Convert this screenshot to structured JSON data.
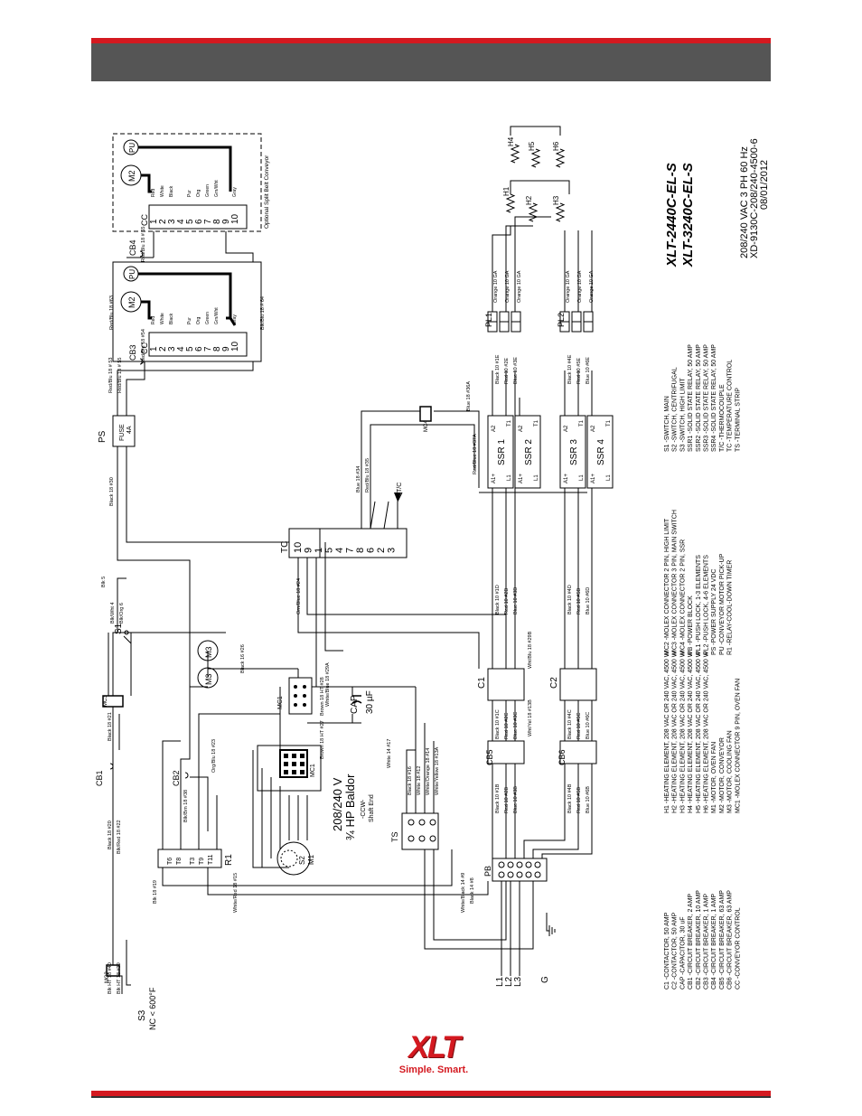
{
  "model": {
    "title1": "XLT-2440C-EL-S",
    "title2": "XLT-3240C-EL-S",
    "voltage": "208/240 VAC 3 PH 60 Hz",
    "doc_number": "XD-9130C-208/240-4500-6",
    "date": "08/01/2012"
  },
  "legend_col1": [
    "C1   -CONTACTOR, 50 AMP",
    "C2   -CONTACTOR, 50 AMP",
    "CAP  -CAPACITOR, 30 uF",
    "CB1  -CIRCUIT BREAKER, 2 AMP",
    "CB2  -CIRCUIT BREAKER, 10 AMP",
    "CB3  -CIRCUIT BREAKER, 1 AMP",
    "CB4  -CIRCUIT BREAKER, 1 AMP",
    "CB5  -CIRCUIT BREAKER, 63 AMP",
    "CB6  -CIRCUIT BREAKER, 63 AMP",
    "CC   -CONVEYOR CONTROL"
  ],
  "legend_col2": [
    "H1   -HEATING ELEMENT, 208 VAC OR 240 VAC, 4500 W",
    "H2   -HEATING ELEMENT, 208 VAC OR 240 VAC, 4500 W",
    "H3   -HEATING ELEMENT, 208 VAC OR 240 VAC, 4500 W",
    "H4   -HEATING ELEMENT, 208 VAC OR 240 VAC, 4500 W",
    "H5   -HEATING ELEMENT, 208 VAC OR 240 VAC, 4500 W",
    "H6   -HEATING ELEMENT, 208 VAC OR 240 VAC, 4500 W",
    "M1   -MOTOR, OVEN FAN",
    "M2   -MOTOR, CONVEYOR",
    "M3   -MOTOR, COOLING FAN",
    "MC1  -MOLEX CONNECTOR 9 PIN, OVEN FAN"
  ],
  "legend_col3": [
    "MC2  -MOLEX CONNECTOR 2 PIN, HIGH LIMIT",
    "MC3  -MOLEX CONNECTOR 3 PIN, MAIN SWITCH",
    "MC4  -MOLEX CONNECTOR 2 PIN, SSR",
    "PB   -POWER BLOCK",
    "PL1  -PUSH LOCK, 1-3 ELEMENTS",
    "PL2  -PUSH LOCK, 4-6 ELEMENTS",
    "PS   -POWER SUPPLY 24 VDC",
    "PU   -CONVEYOR MOTOR PICK-UP",
    "R1   -RELAY-COOL-DOWN TIMER"
  ],
  "legend_col4": [
    "S1   -SWITCH, MAIN",
    "S2   -SWITCH, CENTRIFUGAL",
    "S3   -SWITCH, HIGH LIMIT",
    "SSR1 -SOLID STATE RELAY, 50 AMP",
    "SSR2 -SOLID STATE RELAY, 50 AMP",
    "SSR3 -SOLID STATE RELAY, 50 AMP",
    "SSR4 -SOLID STATE RELAY, 50 AMP",
    "T/C  -THERMOCOUPLE",
    "TC   -TEMPERATURE CONTROL",
    "TS   -TERMINAL STRIP"
  ],
  "labels": {
    "optional_conveyor": "Optional Split Belt Conveyor",
    "cc": "CC",
    "cb1": "CB1",
    "cb2": "CB2",
    "cb3": "CB3",
    "cb4": "CB4",
    "cb5": "CB5",
    "cb6": "CB6",
    "s1": "S1",
    "s2": "S2",
    "s3": "S3",
    "s3_note": "NC < 600°F",
    "m1": "M1",
    "m2": "M2",
    "m3": "M3",
    "pu": "PU",
    "ps": "PS",
    "fuse": "FUSE",
    "fuse_rating": "4A",
    "tc": "TC",
    "tc_sensor": "T/C",
    "mc1": "MC1",
    "mc2": "MC2",
    "mc3": "MC3",
    "mc4": "MC4",
    "r1": "R1",
    "ts": "TS",
    "pb": "PB",
    "c1": "C1",
    "c2": "C2",
    "pl1": "PL1",
    "pl2": "PL2",
    "cap": "CAP",
    "cap_value": "30 µF",
    "motor_volt": "208/240 V",
    "motor_hp": "¾ HP Baldor",
    "motor_rot": "-CCW-",
    "motor_end": "Shaft End",
    "ssr1": "SSR 1",
    "ssr2": "SSR 2",
    "ssr3": "SSR 3",
    "ssr4": "SSR 4",
    "h1": "H1",
    "h2": "H2",
    "h3": "H3",
    "h4": "H4",
    "h5": "H5",
    "h6": "H6",
    "l1": "L1",
    "l2": "L2",
    "l3": "L3",
    "g": "G"
  },
  "wires": {
    "black18_30": "Black 18 #30",
    "red_blu_65": "Red/Blu 18 # 65",
    "red_blu_54": "Red/Blu 18 #54",
    "red_blu_53": "Red/Blu 18 # 53",
    "red_blu_55": "Red/Blu 18 # 55",
    "red_blu_63": "Red/Blu 18 #63",
    "blk_blu_64": "Blk/Blu 18 # 64",
    "blue_36a": "Blue 18 #36A",
    "red_blue_37a": "Red/Blue 18 #37A",
    "blue_34": "Blue 18 #34",
    "red_blu_35": "Red/Blu 18 #35",
    "white_blue_29a": "White/Blue 18 #29A",
    "orn_blue_24": "Orn/Blue 18 #24",
    "black16_26": "Black 16 #26",
    "brown_28": "Brown 18 HT #28",
    "brown_27": "Brown 18 HT #27",
    "blk5": "Blk 5",
    "blk_wht4": "Blk/Wht 4",
    "blk_org6": "Blk/Org 6",
    "black18_21": "Black 18 #21",
    "org_blu_23": "Org/Blu 18 #23",
    "blk_brn_38": "Blk/Brn 18 #38",
    "black18_20": "Black 18 #20",
    "blk_red_22": "Blk/Red 18 #22",
    "blk19": "Blk 18 #19",
    "white_red_15": "White/Red 18 #15",
    "blk_ht40": "Blk HT 18 #40",
    "blk_ht39": "Blk HT 18 #39",
    "white14_17": "White 14 #17",
    "black18_16": "Black 18 #16",
    "white18_12": "White 18 #12",
    "white_org_14": "White/Orange 18 #14",
    "white_yel_13a": "White/Yellow 18 #13A",
    "white_blk_14_9": "White/Black 14 #9",
    "black14_8": "Black 14 #8",
    "wht_yel_13b": "Wht/Yel 18 #13B",
    "wht_blu_29b": "Wht/Blu 18 #29B",
    "black10_1c": "Black 10 #1C",
    "red10_2c": "Red 10 #2C",
    "blue10_3c": "Blue 10 #3C",
    "black10_1b": "Black 10 #1B",
    "red10_2b": "Red 10 #2B",
    "blue10_3b": "Blue 10 #3B",
    "black10_4c": "Black 10 #4C",
    "red10_5c": "Red 10 #5C",
    "blue10_6c": "Blue 10 #6C",
    "black10_4b": "Black 10 #4B",
    "red10_5b": "Red 10 #5B",
    "blue10_6b": "Blue 10 #6B",
    "black10_1d": "Black 10 #1D",
    "red10_2d": "Red 10 #2D",
    "blue10_3d": "Blue 10 #3D",
    "black10_4d": "Black 10 #4D",
    "red10_5d": "Red 10 #5D",
    "blue10_6d": "Blue 10 #6D",
    "black10_1e": "Black 10 #1E",
    "red10_2e": "Red 10 #2E",
    "blue10_3e": "Blue 10 #3E",
    "black10_4e": "Black 10 #4E",
    "red10_5e": "Red 10 #5E",
    "blue10_6e": "Blue 10 #6E",
    "orange10": "Orange 10 GA"
  },
  "logo": {
    "name": "XLT",
    "tagline": "Simple. Smart."
  },
  "colors": {
    "accent": "#d41920",
    "header": "#555555",
    "line": "#000000"
  }
}
